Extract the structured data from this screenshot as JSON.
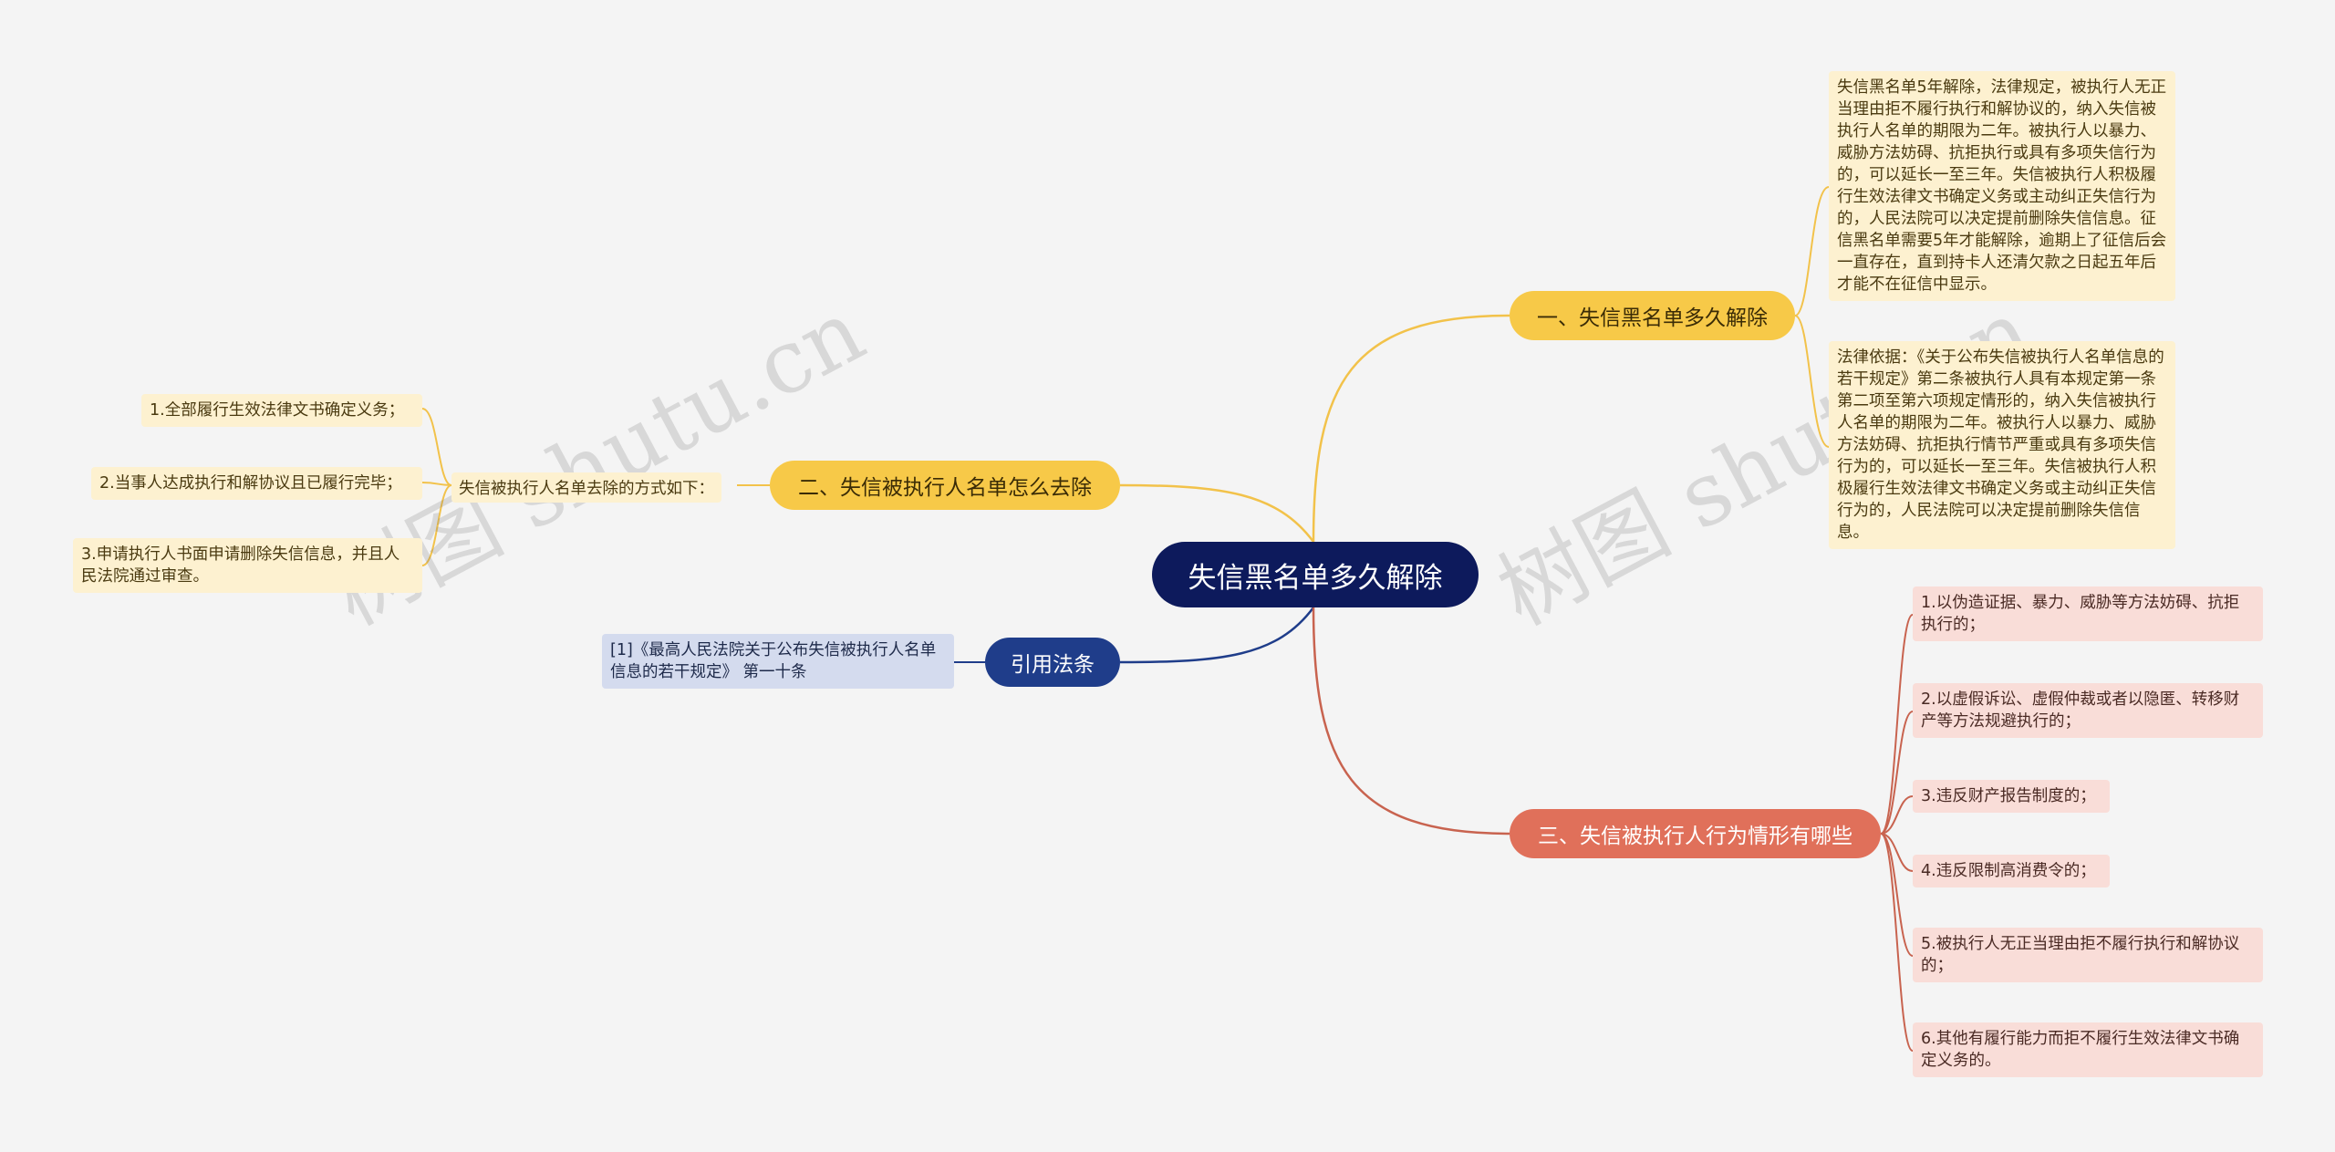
{
  "root": {
    "label": "失信黑名单多久解除"
  },
  "branch1": {
    "label": "一、失信黑名单多久解除",
    "details": [
      "失信黑名单5年解除，法律规定，被执行人无正当理由拒不履行执行和解协议的，纳入失信被执行人名单的期限为二年。被执行人以暴力、威胁方法妨碍、抗拒执行或具有多项失信行为的，可以延长一至三年。失信被执行人积极履行生效法律文书确定义务或主动纠正失信行为的，人民法院可以决定提前删除失信信息。征信黑名单需要5年才能解除，逾期上了征信后会一直存在，直到持卡人还清欠款之日起五年后才能不在征信中显示。",
      "法律依据：《关于公布失信被执行人名单信息的若干规定》第二条被执行人具有本规定第一条第二项至第六项规定情形的，纳入失信被执行人名单的期限为二年。被执行人以暴力、威胁方法妨碍、抗拒执行情节严重或具有多项失信行为的，可以延长一至三年。失信被执行人积极履行生效法律文书确定义务或主动纠正失信行为的，人民法院可以决定提前删除失信信息。"
    ]
  },
  "branch2": {
    "label": "二、失信被执行人名单怎么去除",
    "intro": "失信被执行人名单去除的方式如下：",
    "items": [
      "1.全部履行生效法律文书确定义务；",
      "2.当事人达成执行和解协议且已履行完毕；",
      "3.申请执行人书面申请删除失信信息，并且人民法院通过审查。"
    ]
  },
  "branch3": {
    "label": "引用法条",
    "items": [
      "[1]《最高人民法院关于公布失信被执行人名单信息的若干规定》 第一十条"
    ]
  },
  "branch4": {
    "label": "三、失信被执行人行为情形有哪些",
    "items": [
      "1.以伪造证据、暴力、威胁等方法妨碍、抗拒执行的；",
      "2.以虚假诉讼、虚假仲裁或者以隐匿、转移财产等方法规避执行的；",
      "3.违反财产报告制度的；",
      "4.违反限制高消费令的；",
      "5.被执行人无正当理由拒不履行执行和解协议的；",
      "6.其他有履行能力而拒不履行生效法律文书确定义务的。"
    ]
  },
  "watermarks": [
    "树图 shutu.cn",
    "树图 shutu.cn"
  ],
  "colors": {
    "root": "#0d1a5c",
    "yellow_branch": "#f7c948",
    "red_branch": "#e0705a",
    "navy_branch": "#1f3d8a",
    "yellow_leaf": "#fdf1d0",
    "red_leaf": "#f9ddd8",
    "blue_leaf": "#d4dbee"
  }
}
